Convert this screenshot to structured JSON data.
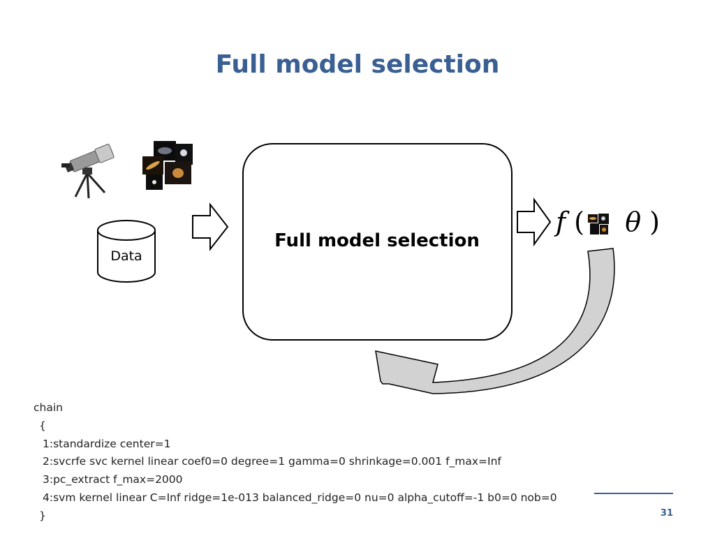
{
  "slide": {
    "title": "Full model selection",
    "page_number": "31"
  },
  "diagram": {
    "data_label": "Data",
    "box_label": "Full model selection",
    "formula": {
      "func": "f",
      "open_paren": "(",
      "theta": "θ",
      "close_paren": ")"
    }
  },
  "chain": {
    "header": "chain",
    "open_brace": "{",
    "steps": [
      "1:standardize center=1",
      "2:svcrfe svc kernel linear coef0=0 degree=1 gamma=0 shrinkage=0.001 f_max=Inf",
      "3:pc_extract f_max=2000",
      "4:svm kernel linear C=Inf ridge=1e-013 balanced_ridge=0 nu=0 alpha_cutoff=-1 b0=0 nob=0"
    ],
    "close_brace": "}"
  },
  "colors": {
    "title": "#3a5f93",
    "feedback_arrow_fill": "#d2d2d2",
    "accent_rule": "#3a5f93"
  },
  "icons": [
    "telescope-icon",
    "galaxy-images-icon",
    "database-cylinder-icon",
    "galaxy-thumbnail-icon"
  ]
}
